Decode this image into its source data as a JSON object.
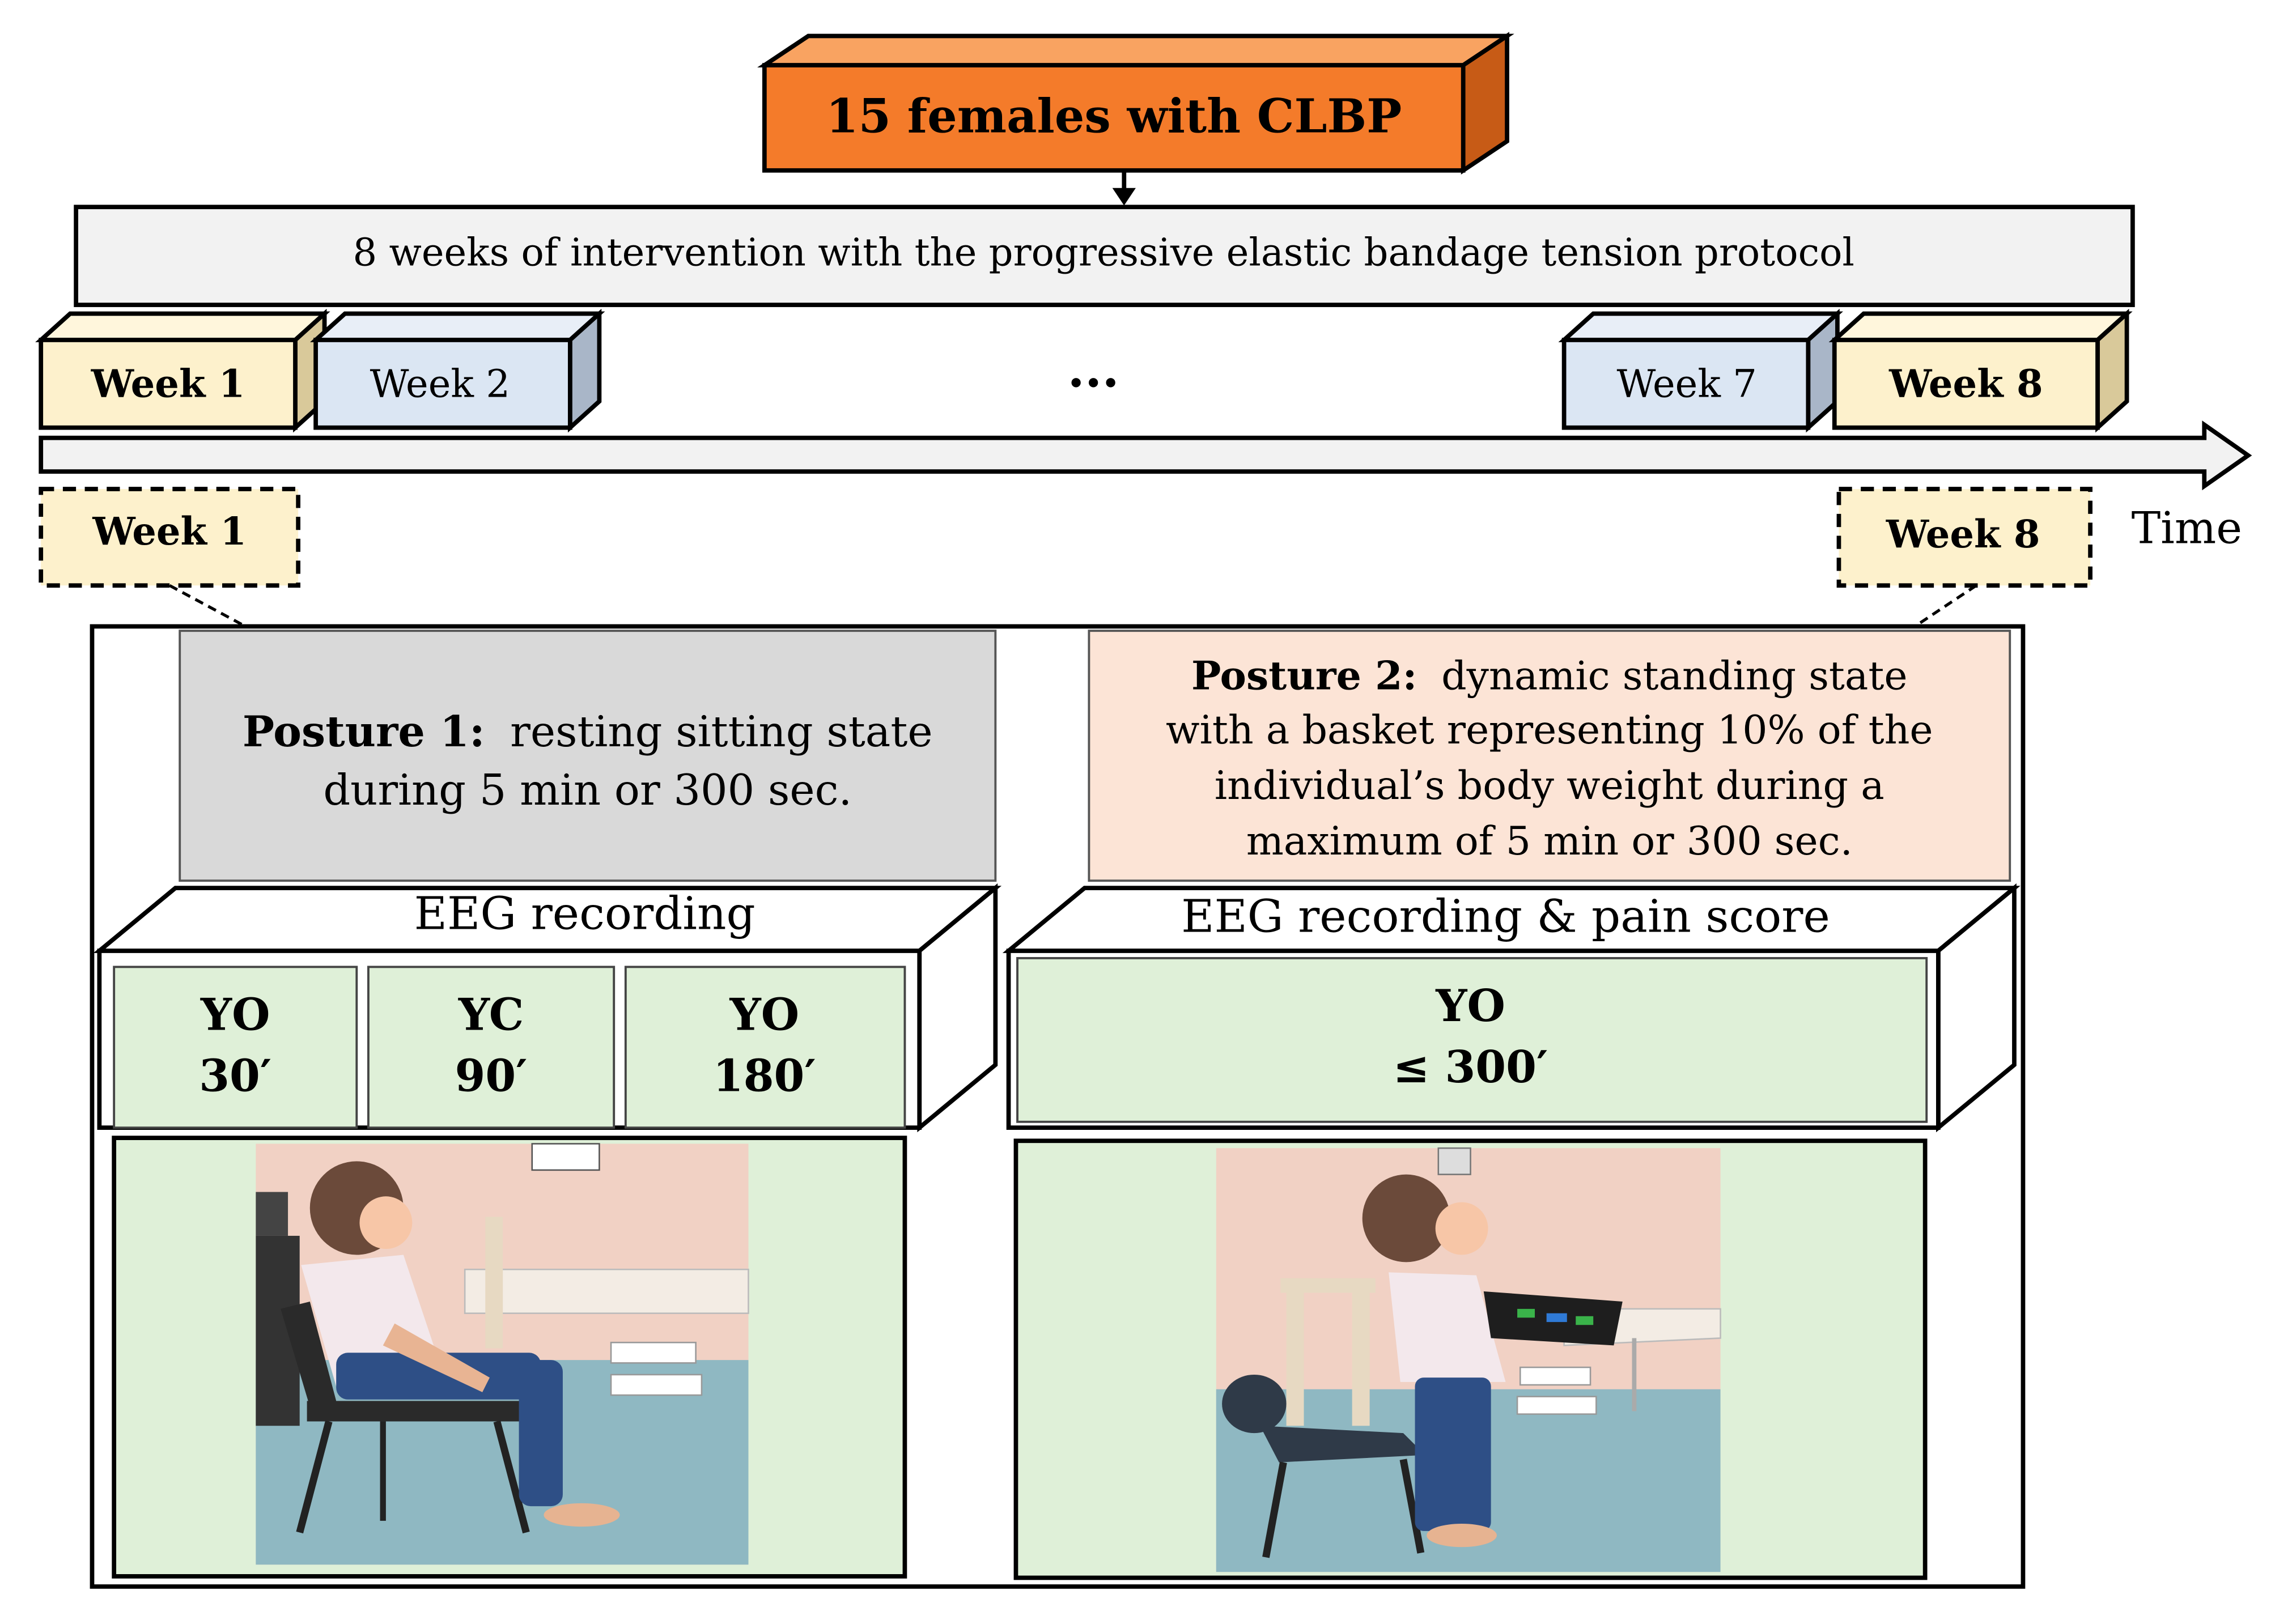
{
  "title_box": {
    "text": "15 females with CLBP",
    "color": "#f47b2a"
  },
  "intervention": {
    "text": "8 weeks of intervention with the progressive elastic bandage tension protocol"
  },
  "weeks": [
    {
      "label": "Week 1",
      "bold": true,
      "color": "#fdf1cc"
    },
    {
      "label": "Week 2",
      "bold": false,
      "color": "#dbe6f3"
    },
    {
      "label": "Week 7",
      "bold": false,
      "color": "#dbe6f3"
    },
    {
      "label": "Week 8",
      "bold": true,
      "color": "#fdf1cc"
    }
  ],
  "ellipsis": "...",
  "timeline": {
    "time_label": "Time"
  },
  "assessment_weeks": [
    {
      "label": "Week 1"
    },
    {
      "label": "Week 8"
    }
  ],
  "posture1": {
    "title": "Posture 1:",
    "line1_rest": "resting sitting state",
    "line2": "during 5 min or 300 sec.",
    "color": "#d9d9d9"
  },
  "posture2": {
    "title": "Posture 2:",
    "line1_rest": "dynamic standing state",
    "line2": "with a basket representing 10% of the",
    "line3": "individual’s body weight during a",
    "line4": "maximum of 5 min or 300 sec.",
    "color": "#fce4d6"
  },
  "eeg1": {
    "header": "EEG recording",
    "segments": [
      {
        "label": "YO",
        "time": "30′"
      },
      {
        "label": "YC",
        "time": "90′"
      },
      {
        "label": "YO",
        "time": "180′"
      }
    ]
  },
  "eeg2": {
    "header": "EEG recording & pain score",
    "segments": [
      {
        "label": "YO",
        "time": "≤ 300′"
      }
    ]
  },
  "colors": {
    "segment_green": "#dff0d8",
    "panel_border": "#1a1a1a"
  }
}
